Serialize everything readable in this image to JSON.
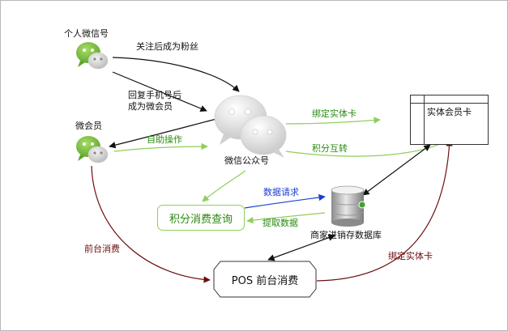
{
  "nodes": {
    "personal_wechat": "个人微信号",
    "member": "微会员",
    "official_account": "微信公众号",
    "query": "积分消费查询",
    "database": "商家进销存数据库",
    "pos": "POS 前台消费",
    "card": "实体会员卡"
  },
  "edges": {
    "follow": "关注后成为粉丝",
    "reply_line1": "回复手机号后",
    "reply_line2": "成为微会员",
    "self_service": "自助操作",
    "bind_card_top": "绑定实体卡",
    "points_exchange": "积分互转",
    "data_request": "数据请求",
    "fetch_data": "提取数据",
    "front_consume": "前台消费",
    "bind_card_bottom": "绑定实体卡"
  },
  "colors": {
    "green": "#2a8a10",
    "green_line": "#8fcf5a",
    "blue": "#1a3fd0",
    "maroon": "#6b0f0f",
    "wechat_green": "#7cc13a"
  }
}
